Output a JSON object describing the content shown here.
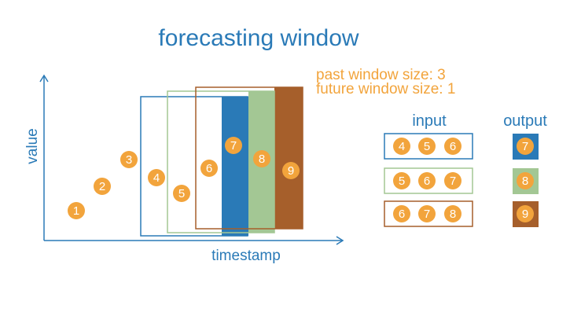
{
  "title": "forecasting window",
  "axis": {
    "x_label": "timestamp",
    "y_label": "value"
  },
  "notes": {
    "past_window": "past window size: 3",
    "future_window": "future window size: 1"
  },
  "table": {
    "input_header": "input",
    "output_header": "output",
    "rows": [
      {
        "inputs": [
          "4",
          "5",
          "6"
        ],
        "output": "7"
      },
      {
        "inputs": [
          "5",
          "6",
          "7"
        ],
        "output": "8"
      },
      {
        "inputs": [
          "6",
          "7",
          "8"
        ],
        "output": "9"
      }
    ]
  },
  "points": [
    "1",
    "2",
    "3",
    "4",
    "5",
    "6",
    "7",
    "8",
    "9"
  ],
  "colors": {
    "point_orange": "#f2a43c",
    "window_blue": "#2a7ab7",
    "window_green": "#a3c794",
    "window_brown": "#a65f2b",
    "axis": "#2a7ab7"
  }
}
